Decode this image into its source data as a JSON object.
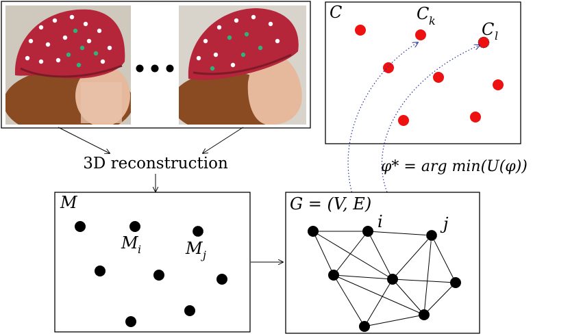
{
  "labels": {
    "C": "C",
    "C_k": "C",
    "C_k_sub": "k",
    "C_l": "C",
    "C_l_sub": "l",
    "reconstruction": "3D reconstruction",
    "M": "M",
    "M_i": "M",
    "M_i_sub": "i",
    "M_j": "M",
    "M_j_sub": "j",
    "G": "G = (V, E)",
    "i": "i",
    "j": "j",
    "phi": "φ* = arg min(U(φ))"
  },
  "ellipsis": "• • •",
  "colors": {
    "red_dot": "#ee1111",
    "black_dot": "#000000",
    "dotted_curve": "#1f2a9a",
    "cap": "#b5263a",
    "skin": "#e6b99c",
    "hair": "#8a4a22"
  },
  "images": {
    "left_photo": "eeg-cap-head-left-view",
    "right_photo": "eeg-cap-head-right-view"
  }
}
